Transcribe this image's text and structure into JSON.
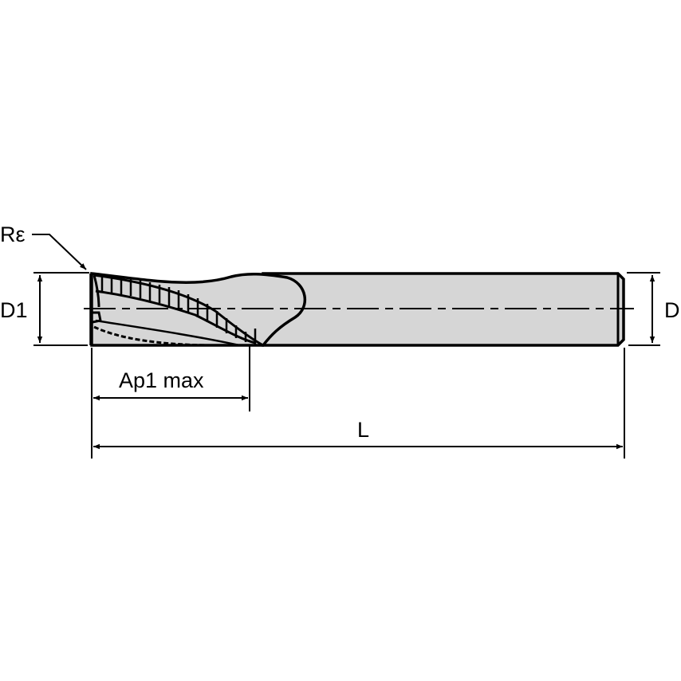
{
  "drawing": {
    "title": "Solid end mill roughing cutter dimension drawing",
    "colors": {
      "body_fill": "#d6d6d6",
      "line": "#000000",
      "background": "#ffffff"
    },
    "labels": {
      "corner_radius": "Rε",
      "cutting_diameter": "D1",
      "shank_diameter": "D",
      "depth_of_cut": "Ap1 max",
      "overall_length": "L"
    }
  }
}
